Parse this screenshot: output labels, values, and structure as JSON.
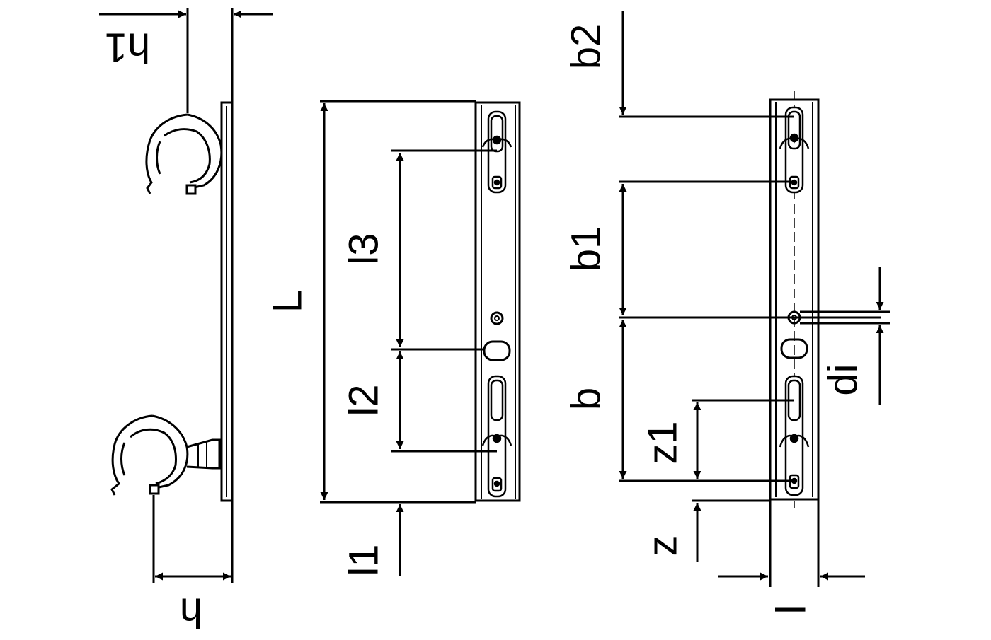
{
  "labels": {
    "h1": "h1",
    "h": "h",
    "L": "L",
    "l1": "l1",
    "l2": "l2",
    "l3": "l3",
    "b2": "b2",
    "b1": "b1",
    "b": "b",
    "di": "di",
    "z1": "z1",
    "z": "z",
    "l": "l"
  },
  "colors": {
    "line": "#000000",
    "background": "#ffffff"
  }
}
